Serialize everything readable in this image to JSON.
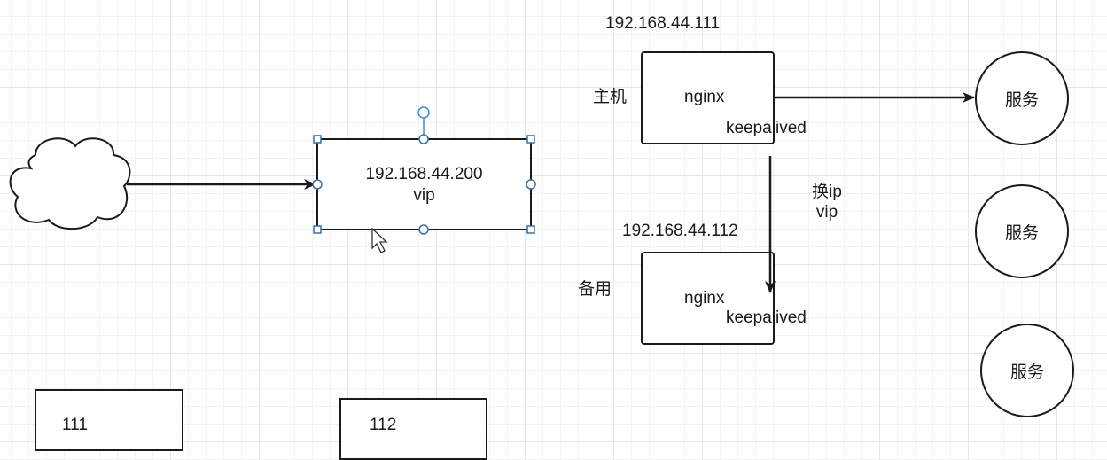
{
  "vip_box": {
    "ip": "192.168.44.200",
    "label": "vip"
  },
  "master": {
    "ip": "192.168.44.111",
    "role": "主机",
    "app": "nginx",
    "agent": "keepalived"
  },
  "backup": {
    "ip": "192.168.44.112",
    "role": "备用",
    "app": "nginx",
    "agent": "keepalived"
  },
  "failover_label": {
    "line1": "换ip",
    "line2": "vip"
  },
  "services": [
    "服务",
    "服务",
    "服务"
  ],
  "bottom_boxes": [
    "111",
    "112"
  ],
  "colors": {
    "stroke": "#1a1a1a",
    "selection": "#3b6ea5",
    "handle_rot": "#3b8bd9",
    "grid": "#e6e6e6"
  }
}
